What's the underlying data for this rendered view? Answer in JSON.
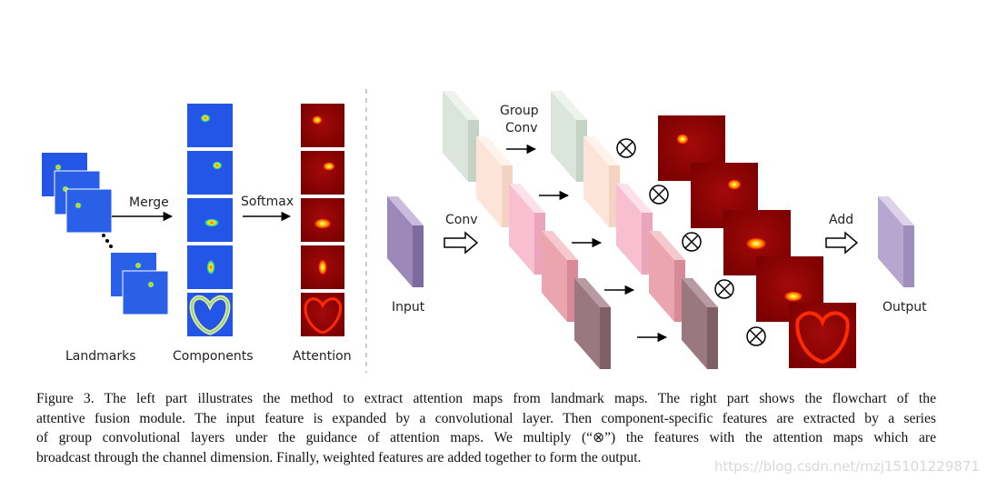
{
  "figure": {
    "left_part": {
      "labels": {
        "landmarks": "Landmarks",
        "components": "Components",
        "attention": "Attention",
        "merge": "Merge",
        "softmax": "Softmax"
      }
    },
    "right_part": {
      "labels": {
        "input": "Input",
        "conv": "Conv",
        "group_conv_line1": "Group",
        "group_conv_line2": "Conv",
        "add": "Add",
        "output": "Output"
      },
      "multiply_symbol": "⊗",
      "colors": {
        "input_block": "#9b87b8",
        "output_block": "#b7a6cf",
        "heatmap_red": "#b00000",
        "landmark_blue": "#1f4fe0"
      }
    }
  },
  "caption": {
    "line1": "Figure 3. The left part illustrates the method to extract attention maps from landmark maps.  The right part shows the flowchart of the",
    "line2": "attentive fusion module. The input feature is expanded by a convolutional layer. Then component-specific features are extracted by a series",
    "line3": "of group convolutional layers under the guidance of attention maps.  We multiply (“⊗”) the features with the attention maps which are",
    "line4": "broadcast through the channel dimension. Finally, weighted features are added together to form the output."
  },
  "watermark": "https://blog.csdn.net/mzj15101229871"
}
